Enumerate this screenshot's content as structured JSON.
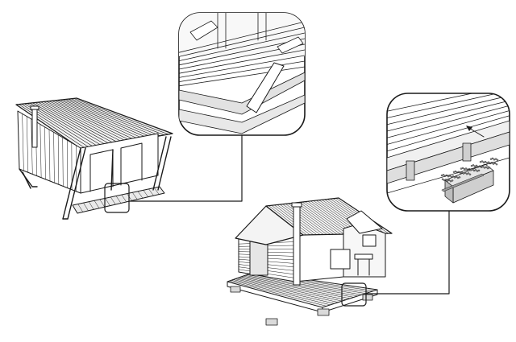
{
  "figure": {
    "subjects": [
      "cabin-on-stilts",
      "cabin-on-blocks"
    ],
    "detail_callouts": [
      "deck-floor-boards-detail",
      "foundation-joists-detail"
    ],
    "colors": {
      "line": "#1a1a1a",
      "fill": "#ffffff",
      "shade": "#d6d6d6",
      "dark": "#9a9a9a"
    }
  }
}
